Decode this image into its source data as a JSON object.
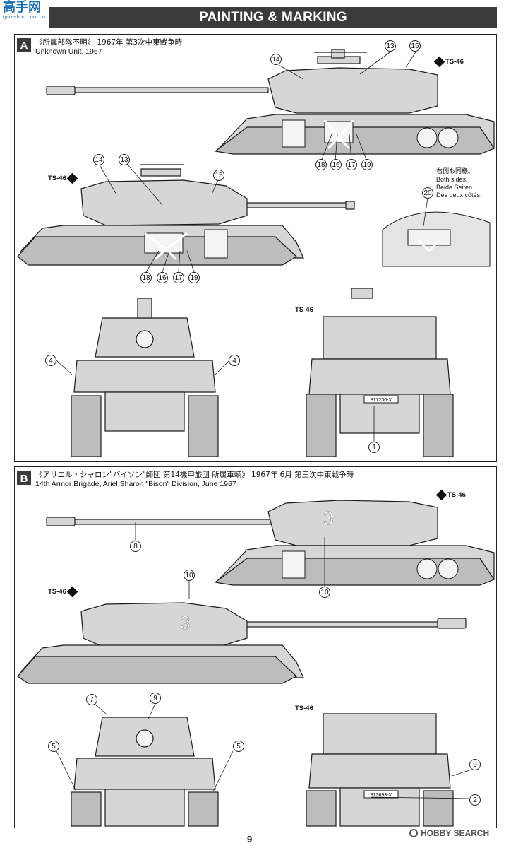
{
  "site_logo": {
    "text": "高手网",
    "url_text": "gao-shou.com.cn"
  },
  "header": {
    "title": "PAINTING & MARKING"
  },
  "section_a": {
    "badge": "A",
    "jp": "《所属部隊不明》 1967年 第3次中東戦争時",
    "en": "Unknown Unit, 1967"
  },
  "section_b": {
    "badge": "B",
    "jp": "《アリエル・シャロン\"バイソン\"師団 第14機甲旅団 所属車輌》 1967年 6月 第三次中東戦争時",
    "en": "14th Armor Brigade, Ariel Sharon \"Bison\" Division, June 1967"
  },
  "paint_code": "TS-46",
  "both_sides": {
    "jp": "右側も同様。",
    "en": "Both sides.",
    "de": "Beide Seiten",
    "fr": "Des deux côtés."
  },
  "callouts": {
    "a_side1": [
      "14",
      "13",
      "15",
      "18",
      "16",
      "17",
      "19"
    ],
    "a_side2": [
      "14",
      "13",
      "15",
      "18",
      "16",
      "17",
      "19"
    ],
    "a_detail": [
      "20"
    ],
    "a_front": [
      "4",
      "4"
    ],
    "a_rear": [
      "1"
    ],
    "b_side1": [
      "8",
      "10"
    ],
    "b_side2": [
      "10"
    ],
    "b_front": [
      "7",
      "9",
      "5",
      "5"
    ],
    "b_rear": [
      "9",
      "2"
    ]
  },
  "plates": {
    "a_rear": "817236-X",
    "b_rear": "813693-X"
  },
  "turret_number": "3",
  "page_number": "9",
  "watermark": "HOBBY SEARCH",
  "colors": {
    "tank_fill": "#d6d6d6",
    "line": "#1a1a1a",
    "header_bg": "#3b3b3b"
  }
}
